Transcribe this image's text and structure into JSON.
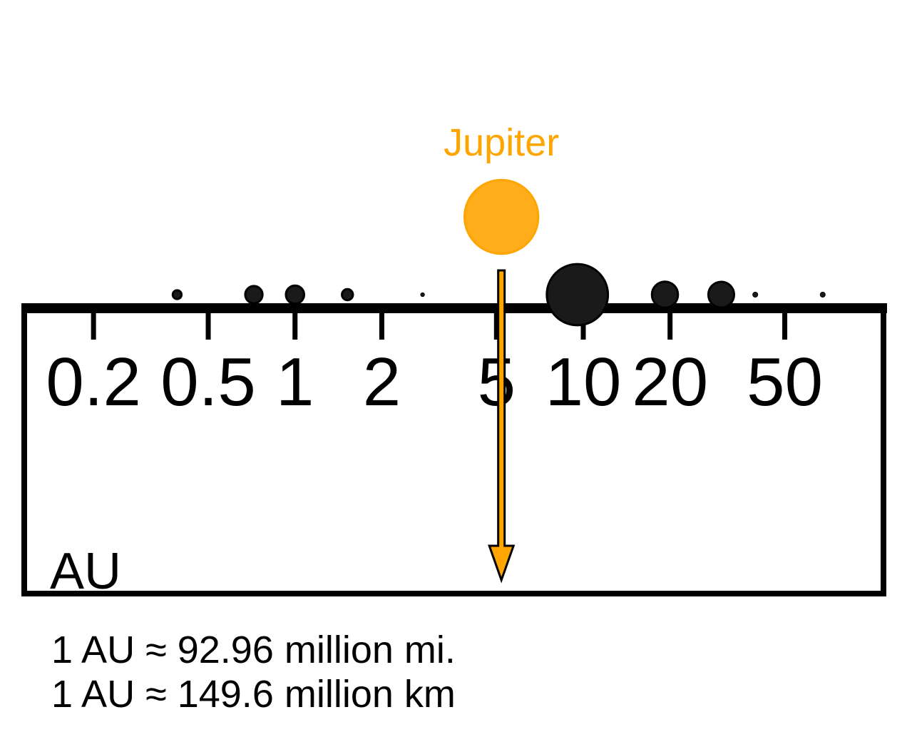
{
  "colors": {
    "accent": "#ffa500",
    "accent_fill": "#ffad1a",
    "ink": "#000000",
    "body_fill": "#1a1a1a"
  },
  "scale": {
    "type": "log",
    "unit_label": "AU",
    "range": [
      0.115,
      110
    ],
    "ticks": [
      {
        "value": 0.2,
        "label": "0.2"
      },
      {
        "value": 0.5,
        "label": "0.5"
      },
      {
        "value": 1,
        "label": "1"
      },
      {
        "value": 2,
        "label": "2"
      },
      {
        "value": 5,
        "label": "5"
      },
      {
        "value": 10,
        "label": "10"
      },
      {
        "value": 20,
        "label": "20"
      },
      {
        "value": 50,
        "label": "50"
      }
    ]
  },
  "bodies": [
    {
      "au": 0.39,
      "relative_size": 0.28
    },
    {
      "au": 0.72,
      "relative_size": 0.55
    },
    {
      "au": 1.0,
      "relative_size": 0.58
    },
    {
      "au": 1.52,
      "relative_size": 0.35
    },
    {
      "au": 2.77,
      "relative_size": 0.12
    },
    {
      "au": 9.54,
      "relative_size": 1.95
    },
    {
      "au": 19.2,
      "relative_size": 0.83
    },
    {
      "au": 30.1,
      "relative_size": 0.82
    },
    {
      "au": 39.5,
      "relative_size": 0.16
    },
    {
      "au": 67.7,
      "relative_size": 0.16
    }
  ],
  "highlight": {
    "name": "Jupiter",
    "au": 5.2,
    "relative_size": 2.35
  },
  "notes": [
    "1 AU ≈ 92.96 million mi.",
    "1 AU ≈ 149.6 million km"
  ]
}
